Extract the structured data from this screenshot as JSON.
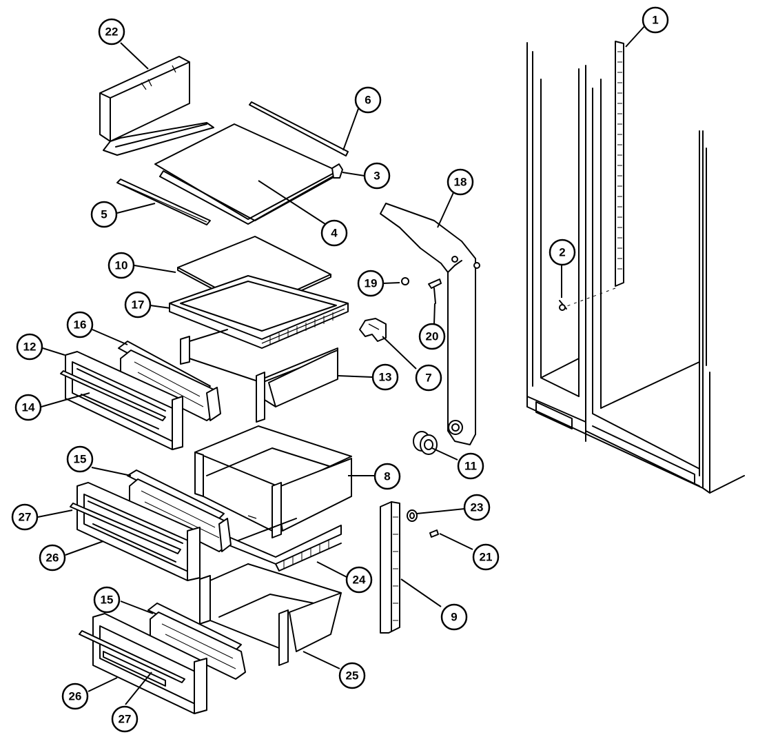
{
  "callouts": [
    {
      "label": "1",
      "part": "shelf-ladder-rail"
    },
    {
      "label": "2",
      "part": "rail-screw"
    },
    {
      "label": "3",
      "part": "shelf-bracket"
    },
    {
      "label": "4",
      "part": "glass-shelf"
    },
    {
      "label": "5",
      "part": "shelf-front-trim"
    },
    {
      "label": "6",
      "part": "shelf-rear-trim"
    },
    {
      "label": "7",
      "part": "clip"
    },
    {
      "label": "8",
      "part": "crisper-pan"
    },
    {
      "label": "9",
      "part": "pan-slide-rail"
    },
    {
      "label": "10",
      "part": "crisper-cover-glass"
    },
    {
      "label": "11",
      "part": "grommet"
    },
    {
      "label": "12",
      "part": "drawer-front"
    },
    {
      "label": "13",
      "part": "meat-pan"
    },
    {
      "label": "14",
      "part": "drawer-handle"
    },
    {
      "label": "15",
      "part": "drawer-front-top"
    },
    {
      "label": "16",
      "part": "drawer-front-top"
    },
    {
      "label": "17",
      "part": "cover-frame"
    },
    {
      "label": "18",
      "part": "support-rail"
    },
    {
      "label": "19",
      "part": "cap"
    },
    {
      "label": "20",
      "part": "screw"
    },
    {
      "label": "21",
      "part": "screw"
    },
    {
      "label": "22",
      "part": "shelf-retainer"
    },
    {
      "label": "23",
      "part": "spacer"
    },
    {
      "label": "24",
      "part": "cover-frame"
    },
    {
      "label": "25",
      "part": "crisper-pan"
    },
    {
      "label": "26",
      "part": "drawer-front"
    },
    {
      "label": "27",
      "part": "drawer-handle"
    }
  ]
}
